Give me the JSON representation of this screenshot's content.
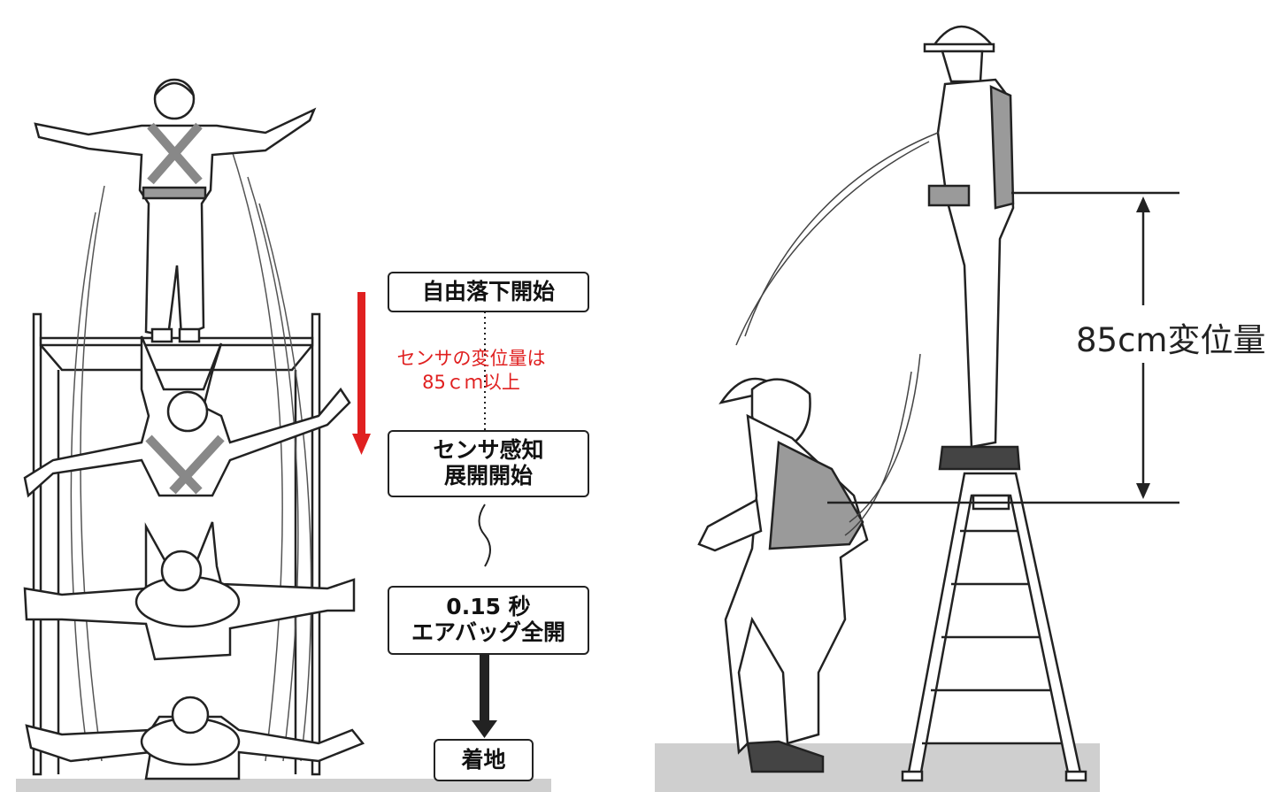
{
  "colors": {
    "accent_red": "#e02020",
    "ink": "#222222",
    "ground": "#cfcfcf",
    "vest": "#9a9a9a"
  },
  "flow": {
    "step1": "自由落下開始",
    "sensor_note_line1": "センサの変位量は",
    "sensor_note_line2": "85ｃｍ以上",
    "step2_line1": "センサ感知",
    "step2_line2": "展開開始",
    "step3_line1": "0.15 秒",
    "step3_line2": "エアバッグ全開",
    "step4": "着地"
  },
  "measurement": {
    "label": "85cm変位量"
  },
  "icons": {
    "down_arrow": "red-down-arrow-icon",
    "flow_arrow": "black-down-arrow-icon",
    "wave": "wave-separator-icon"
  }
}
